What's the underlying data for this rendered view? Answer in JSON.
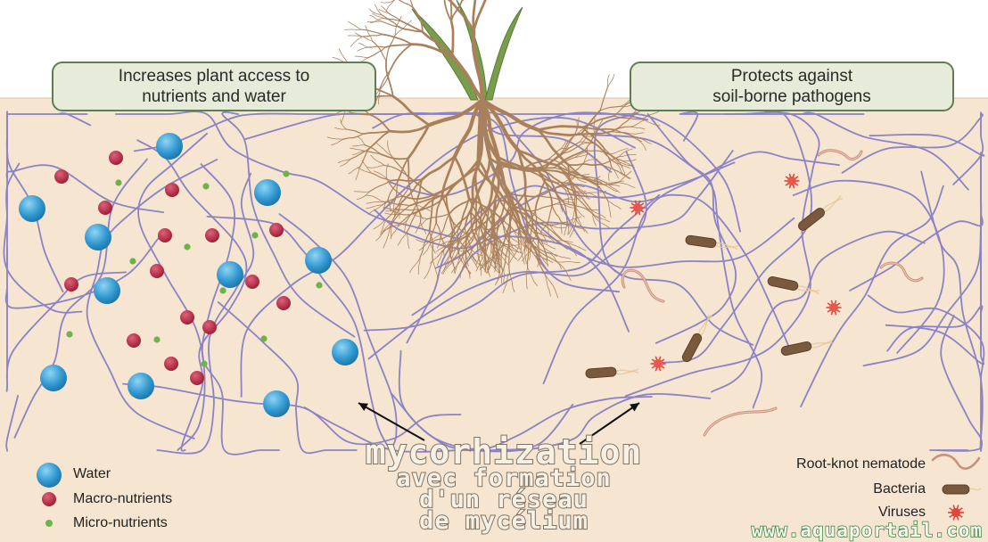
{
  "callouts": {
    "left_line1": "Increases plant access to",
    "left_line2": "nutrients and water",
    "right_line1": "Protects against",
    "right_line2": "soil-borne pathogens"
  },
  "legend_left": [
    {
      "label": "Water",
      "icon": "water-droplet-icon",
      "color": "#2f97cf"
    },
    {
      "label": "Macro-nutrients",
      "icon": "macro-nutrient-icon",
      "color": "#b3243d"
    },
    {
      "label": "Micro-nutrients",
      "icon": "micro-nutrient-icon",
      "color": "#6fb24a"
    }
  ],
  "legend_right": [
    {
      "label": "Root-knot nematode",
      "icon": "nematode-icon",
      "color": "#c9907b"
    },
    {
      "label": "Bacteria",
      "icon": "bacteria-icon",
      "color": "#7a5a3c"
    },
    {
      "label": "Viruses",
      "icon": "virus-icon",
      "color": "#e2453a"
    }
  ],
  "caption": {
    "line1": "mycorhization",
    "line2": "avec formation",
    "line3": "d'un réseau",
    "line4": "de mycélium"
  },
  "watermark": "www.aquaportail.com",
  "colors": {
    "soil": "#f6e5d1",
    "hyphae": "#8b83c4",
    "roots": "#a9805c",
    "leaves": "#7a9c4d",
    "callout_fill": "#e6ecd9",
    "callout_border": "#5f7d55"
  }
}
